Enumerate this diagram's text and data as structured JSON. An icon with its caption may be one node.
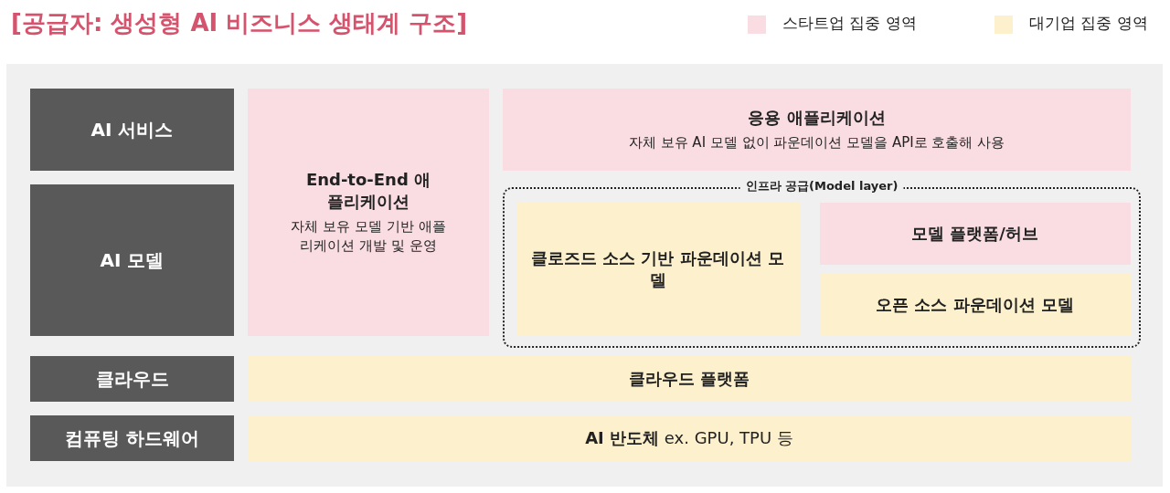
{
  "diagram": {
    "title": "[공급자: 생성형 AI 비즈니스 생태계 구조]",
    "nodes": [
      {
        "text": [
          "AI 서비스"
        ]
      },
      {
        "text": [
          "AI 모델"
        ]
      },
      {
        "text": [
          "클라우드"
        ]
      },
      {
        "text": [
          "컴퓨팅 하드웨어"
        ]
      },
      {
        "text": [
          "End-to-End 애플리케이션",
          "자체 보유 모델 기반 애플리케이션 개발 및 운영"
        ]
      },
      {
        "text": [
          "응용 애플리케이션",
          "자체 보유 AI 모델 없이 파운데이션 모델을 API로 호출해 사용"
        ]
      },
      {
        "text": [
          "인프라 공급(Model layer)"
        ]
      },
      {
        "text": [
          "클로즈드 소스 기반 파운데이션 모델"
        ],
        "in": 6
      },
      {
        "text": [
          "모델 플랫폼/허브"
        ],
        "in": 6
      },
      {
        "text": [
          "오픈 소스 파운데이션 모델"
        ],
        "in": 6
      },
      {
        "text": [
          "클라우드 플랫폼"
        ]
      },
      {
        "text": [
          "**AI 반도체** ex. GPU, TPU 등"
        ]
      }
    ],
    "legend": [
      {
        "text": "스타트업 집중 영역",
        "color": "#f9dde2"
      },
      {
        "text": "대기업 집중 영역",
        "color": "#fdf0cc"
      }
    ]
  }
}
